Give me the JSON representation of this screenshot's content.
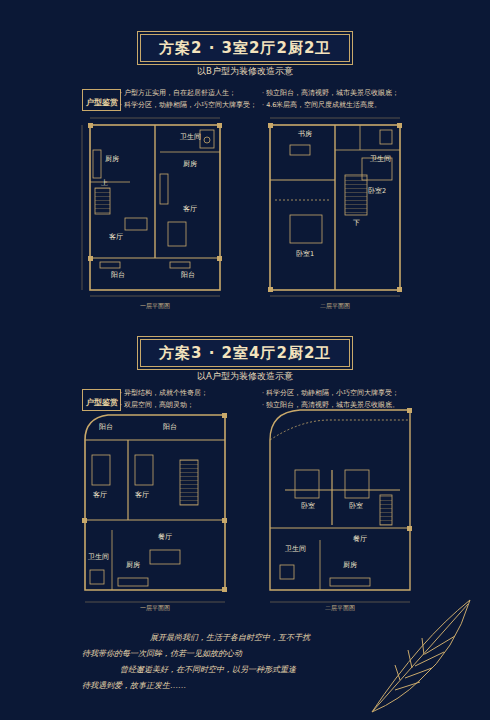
{
  "diagram": {
    "nodes": [
      {
        "text": [
          "方案2 · 3室2厅2厨2卫"
        ]
      },
      {
        "text": [
          "户型鉴赏"
        ]
      },
      {
        "text": [
          "方案3 · 2室4厅2厨2卫"
        ]
      },
      {
        "text": [
          "户型鉴赏"
        ]
      }
    ],
    "labels": [
      "以B户型为装修改造示意",
      "· 户型方正实用，自在起居舒适人生；",
      "· 科学分区，动静相隔，小巧空间大牌享受；",
      "· 独立阳台，高清视野，城市美景尽收眼底；",
      "· 4.6米层高，空间尺度成就生活高度。",
      "厨房",
      "卫生间",
      "上",
      "客厅",
      "厨房",
      "客厅",
      "阳台",
      "阳台",
      "一层平面图",
      "书房",
      "卫生间",
      "卧室2",
      "下",
      "卧室1",
      "二层平面图",
      "以A户型为装修改造示意",
      "· 异型结构，成就个性奇居；",
      "· 双层空间，高朗灵动；",
      "· 科学分区，动静相隔，小巧空间大牌享受；",
      "· 独立阳台，高清视野，城市美景尽收眼底。",
      "阳台",
      "阳台",
      "客厅",
      "客厅",
      "餐厅",
      "卫生间",
      "厨房",
      "一层平面图",
      "卧室",
      "卧室",
      "餐厅",
      "卫生间",
      "厨房",
      "二层平面图",
      "展开最尚我们，生活于各自时空中，互不干扰",
      "待我带你的每一次回眸，仿若一见如故的心动",
      "曾经邂逅美好，在不同时空中，以另一种形式重逢",
      "待我遇到爱，故事正发生……"
    ]
  }
}
